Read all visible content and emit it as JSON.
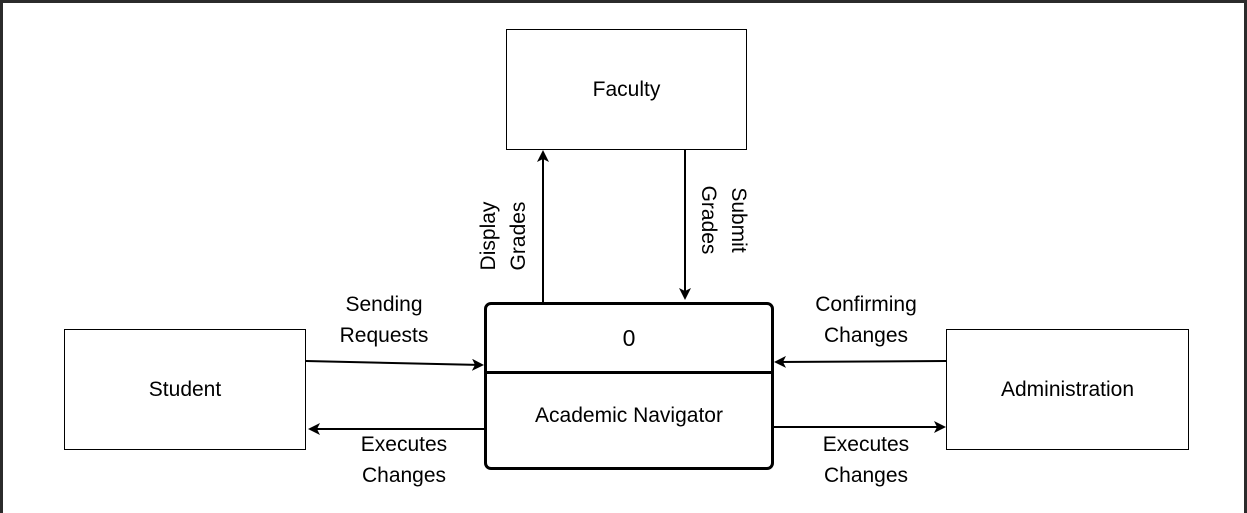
{
  "diagram": {
    "type": "context data flow diagram",
    "process": {
      "id": "0",
      "name": "Academic Navigator"
    },
    "entities": {
      "faculty": "Faculty",
      "student": "Student",
      "administration": "Administration"
    },
    "flows": {
      "display_grades": {
        "line1": "Display",
        "line2": "Grades"
      },
      "submit_grades": {
        "line1": "Submit",
        "line2": "Grades"
      },
      "sending_requests": {
        "line1": "Sending",
        "line2": "Requests"
      },
      "student_executes_changes": {
        "line1": "Executes",
        "line2": "Changes"
      },
      "confirming_changes": {
        "line1": "Confirming",
        "line2": "Changes"
      },
      "admin_executes_changes": {
        "line1": "Executes",
        "line2": "Changes"
      }
    }
  }
}
